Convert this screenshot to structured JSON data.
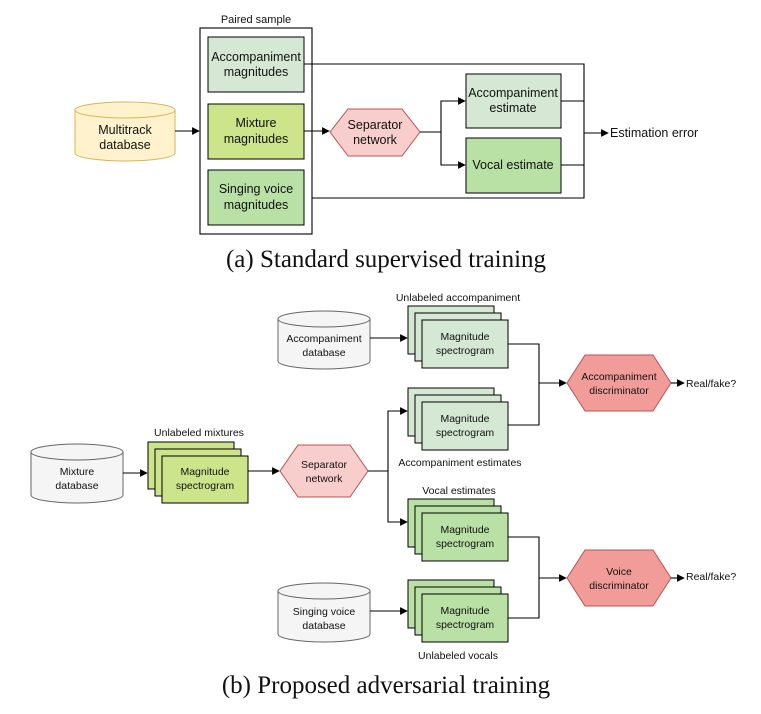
{
  "part_a": {
    "paired_sample_label": "Paired sample",
    "multitrack_db": [
      "Multitrack",
      "database"
    ],
    "accompaniment_magnitudes": [
      "Accompaniment",
      "magnitudes"
    ],
    "mixture_magnitudes": [
      "Mixture",
      "magnitudes"
    ],
    "singing_voice_magnitudes": [
      "Singing voice",
      "magnitudes"
    ],
    "separator_network": [
      "Separator",
      "network"
    ],
    "accompaniment_estimate": [
      "Accompaniment",
      "estimate"
    ],
    "vocal_estimate": "Vocal estimate",
    "estimation_error": "Estimation error",
    "caption": "(a) Standard supervised training"
  },
  "part_b": {
    "unlabeled_accompaniment_label": "Unlabeled accompaniment",
    "accompaniment_db": [
      "Accompaniment",
      "database"
    ],
    "magnitude_spectrogram": [
      "Magnitude",
      "spectrogram"
    ],
    "accompaniment_discriminator": [
      "Accompaniment",
      "discriminator"
    ],
    "real_fake": "Real/fake?",
    "accompaniment_estimates_label": "Accompaniment estimates",
    "unlabeled_mixtures_label": "Unlabeled mixtures",
    "mixture_db": [
      "Mixture",
      "database"
    ],
    "separator_network": [
      "Separator",
      "network"
    ],
    "vocal_estimates_label": "Vocal estimates",
    "voice_discriminator": [
      "Voice",
      "discriminator"
    ],
    "singing_voice_db": [
      "Singing voice",
      "database"
    ],
    "unlabeled_vocals_label": "Unlabeled vocals",
    "caption": "(b) Proposed adversarial training"
  },
  "colors": {
    "light_green": "#d5e8d4",
    "mid_green": "#c2e0a8",
    "lime_green": "#cce58a",
    "strong_green": "#b9e0a5",
    "separator_pink": "#f8cecc",
    "discriminator_red": "#f19c99",
    "db_yellow": "#fff2cc",
    "db_gray": "#f5f5f5"
  }
}
